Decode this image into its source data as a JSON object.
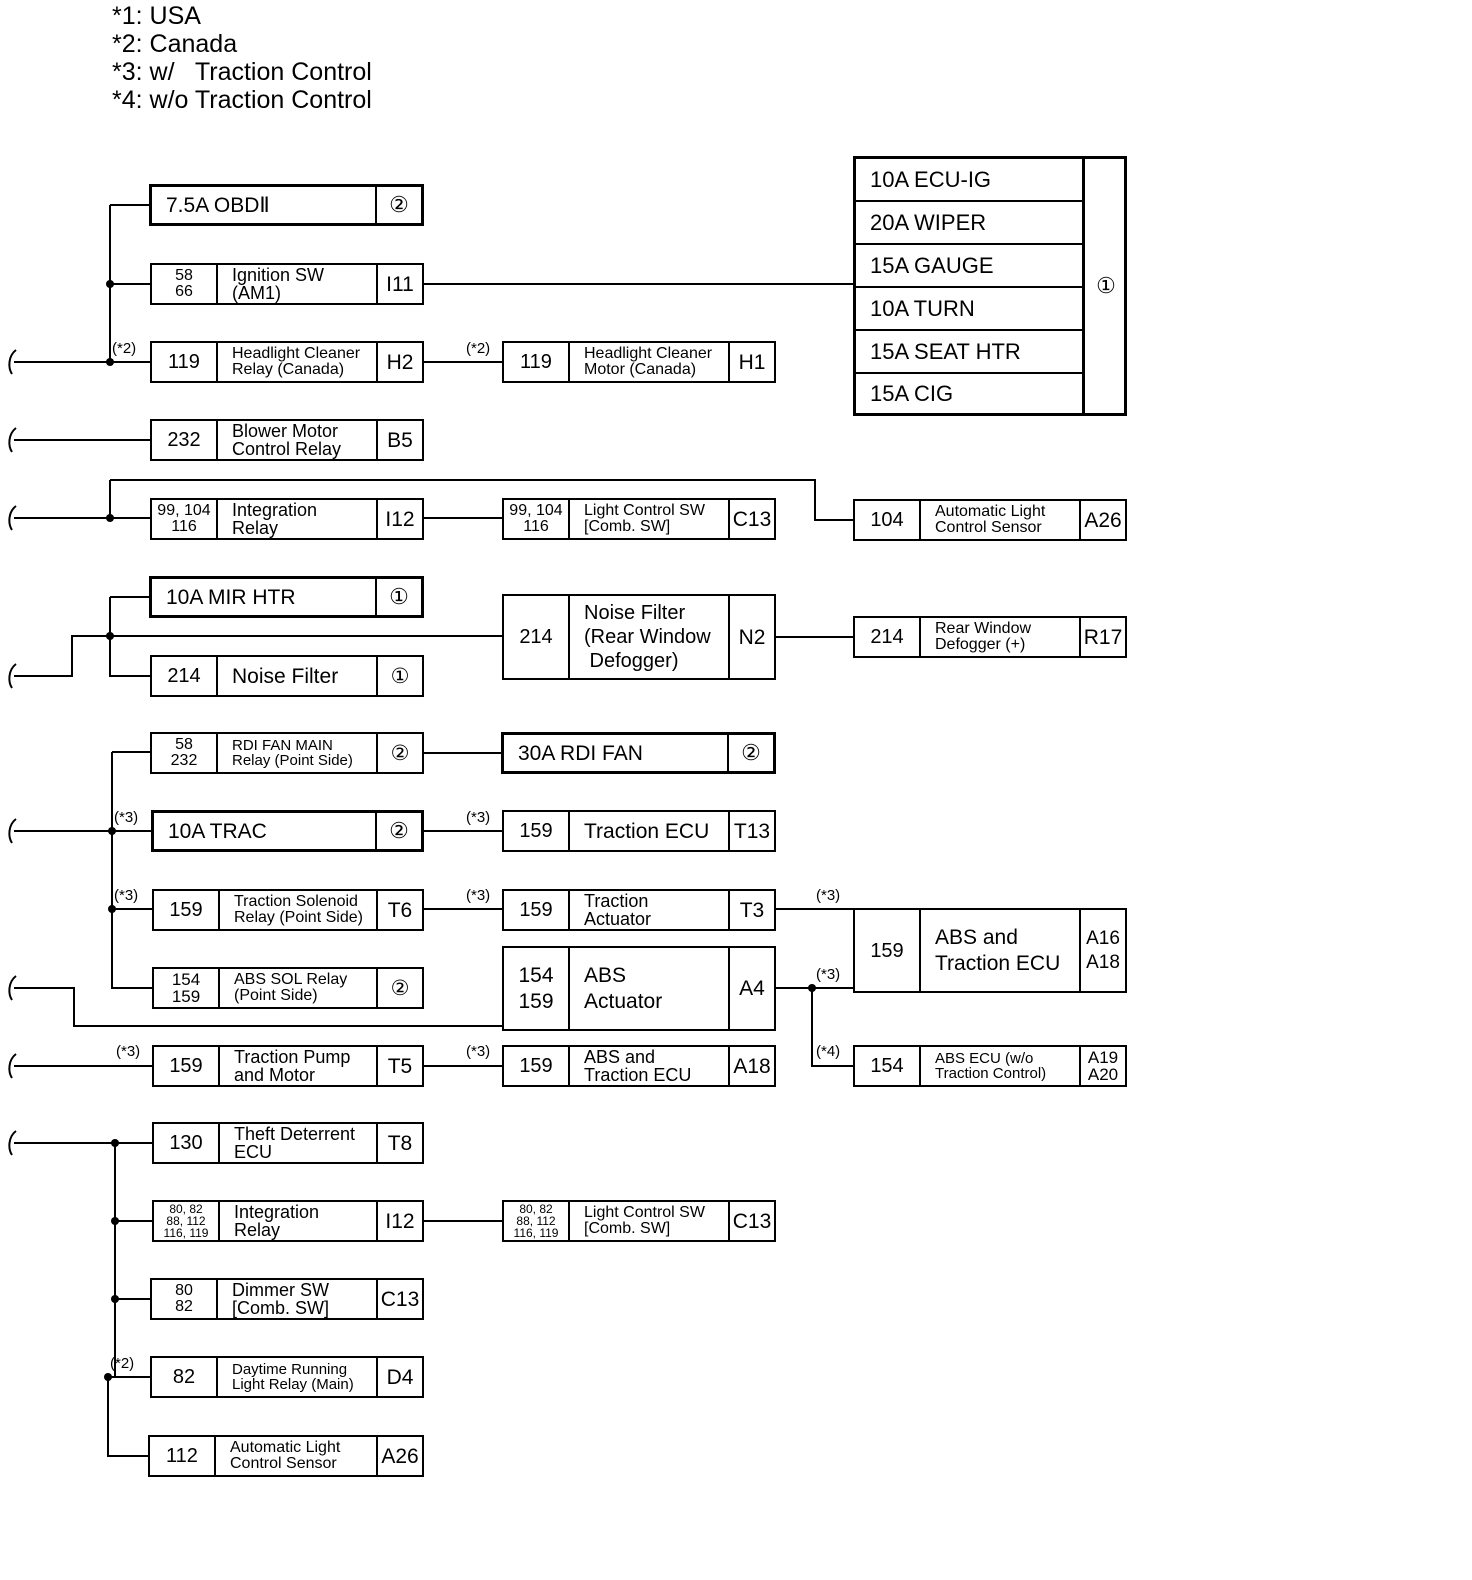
{
  "legend": [
    "*1: USA",
    "*2: Canada",
    "*3: w/   Traction Control",
    "*4: w/o Traction Control"
  ],
  "fuse_block": {
    "items": [
      "10A ECU-IG",
      "20A WIPER",
      "15A GAUGE",
      "10A TURN",
      "15A SEAT HTR",
      "15A CIG"
    ],
    "code": "①"
  },
  "components": {
    "obd": {
      "name": "7.5A OBDⅡ",
      "code": "②"
    },
    "ignition_sw": {
      "num": "58\n66",
      "name": "Ignition SW\n(AM1)",
      "code": "I11"
    },
    "headlight_cleaner_relay": {
      "num": "119",
      "name": "Headlight Cleaner\nRelay (Canada)",
      "code": "H2"
    },
    "headlight_cleaner_motor": {
      "num": "119",
      "name": "Headlight Cleaner\nMotor (Canada)",
      "code": "H1"
    },
    "blower_motor_relay": {
      "num": "232",
      "name": "Blower Motor\nControl Relay",
      "code": "B5"
    },
    "integration_relay_1": {
      "num": "99, 104\n116",
      "name": "Integration\nRelay",
      "code": "I12"
    },
    "light_control_sw_1": {
      "num": "99, 104\n116",
      "name": "Light Control SW\n[Comb. SW]",
      "code": "C13"
    },
    "auto_light_sensor_1": {
      "num": "104",
      "name": "Automatic Light\nControl Sensor",
      "code": "A26"
    },
    "mir_htr": {
      "name": "10A MIR HTR",
      "code": "①"
    },
    "noise_filter_small": {
      "num": "214",
      "name": "Noise Filter",
      "code": "①"
    },
    "noise_filter_big": {
      "num": "214",
      "name": "Noise Filter\n(Rear Window\n Defogger)",
      "code": "N2"
    },
    "rear_window_defogger": {
      "num": "214",
      "name": "Rear Window\nDefogger (+)",
      "code": "R17"
    },
    "rdi_fan_main_relay": {
      "num": "58\n232",
      "name": "RDI FAN MAIN\nRelay (Point Side)",
      "code": "②"
    },
    "rdi_fan": {
      "name": "30A RDI FAN",
      "code": "②"
    },
    "trac_fuse": {
      "name": "10A TRAC",
      "code": "②"
    },
    "traction_ecu": {
      "num": "159",
      "name": "Traction ECU",
      "code": "T13"
    },
    "traction_solenoid_relay": {
      "num": "159",
      "name": "Traction Solenoid\nRelay (Point Side)",
      "code": "T6"
    },
    "traction_actuator": {
      "num": "159",
      "name": "Traction\nActuator",
      "code": "T3"
    },
    "abs_traction_ecu_big": {
      "num": "159",
      "name": "ABS and\nTraction ECU",
      "code": "A16\nA18"
    },
    "abs_sol_relay": {
      "num": "154\n159",
      "name": "ABS SOL Relay\n(Point Side)",
      "code": "②"
    },
    "abs_actuator": {
      "num": "154\n159",
      "name": "ABS\nActuator",
      "code": "A4"
    },
    "traction_pump": {
      "num": "159",
      "name": "Traction Pump\nand Motor",
      "code": "T5"
    },
    "abs_traction_ecu_small": {
      "num": "159",
      "name": "ABS and\nTraction ECU",
      "code": "A18"
    },
    "abs_ecu_wo_trac": {
      "num": "154",
      "name": "ABS ECU (w/o\nTraction Control)",
      "code": "A19\nA20"
    },
    "theft_deterrent_ecu": {
      "num": "130",
      "name": "Theft Deterrent\nECU",
      "code": "T8"
    },
    "integration_relay_2": {
      "num": "80, 82\n88, 112\n116, 119",
      "name": "Integration\nRelay",
      "code": "I12"
    },
    "light_control_sw_2": {
      "num": "80, 82\n88, 112\n116, 119",
      "name": "Light Control SW\n[Comb. SW]",
      "code": "C13"
    },
    "dimmer_sw": {
      "num": "80\n82",
      "name": "Dimmer SW\n[Comb. SW]",
      "code": "C13"
    },
    "drl_relay": {
      "num": "82",
      "name": "Daytime Running\nLight Relay (Main)",
      "code": "D4"
    },
    "auto_light_sensor_2": {
      "num": "112",
      "name": "Automatic Light\nControl Sensor",
      "code": "A26"
    }
  },
  "notes": {
    "canada": "(*2)",
    "w_trac": "(*3)",
    "wo_trac": "(*4)"
  }
}
